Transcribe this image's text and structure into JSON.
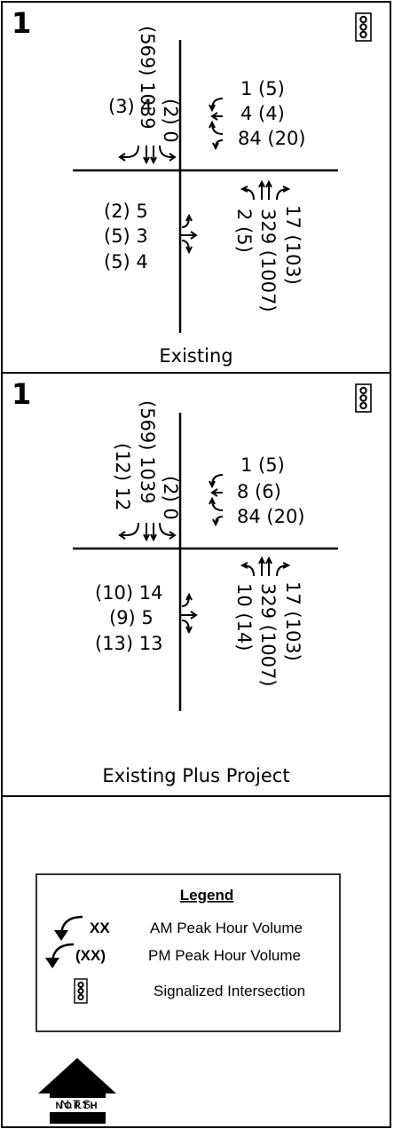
{
  "panels": [
    {
      "intersection_number": "1",
      "caption": "Existing",
      "north_leg": [
        "(569) 1039",
        "(2) 0",
        "(3) 4"
      ],
      "east_leg": [
        "1 (5)",
        "4 (4)",
        "84 (20)"
      ],
      "west_leg": [
        "(2) 5",
        "(5) 3",
        "(5) 4"
      ],
      "south_leg": [
        "17 (103)",
        "329 (1007)",
        "2 (5)"
      ]
    },
    {
      "intersection_number": "1",
      "caption": "Existing Plus Project",
      "north_leg": [
        "(569) 1039",
        "(2) 0",
        "(12) 12"
      ],
      "east_leg": [
        "1 (5)",
        "8 (6)",
        "84 (20)"
      ],
      "west_leg": [
        "(10) 14",
        "(9) 5",
        "(13) 13"
      ],
      "south_leg": [
        "17 (103)",
        "329 (1007)",
        "10 (14)"
      ]
    }
  ],
  "legend": {
    "title": "Legend",
    "am_symbol": "XX",
    "am_label": "AM Peak Hour Volume",
    "pm_symbol": "(XX)",
    "pm_label": "PM Peak Hour Volume",
    "signal_label": "Signalized Intersection"
  },
  "north_arrow": {
    "label": "NORTH",
    "scale": "N.T.S."
  }
}
